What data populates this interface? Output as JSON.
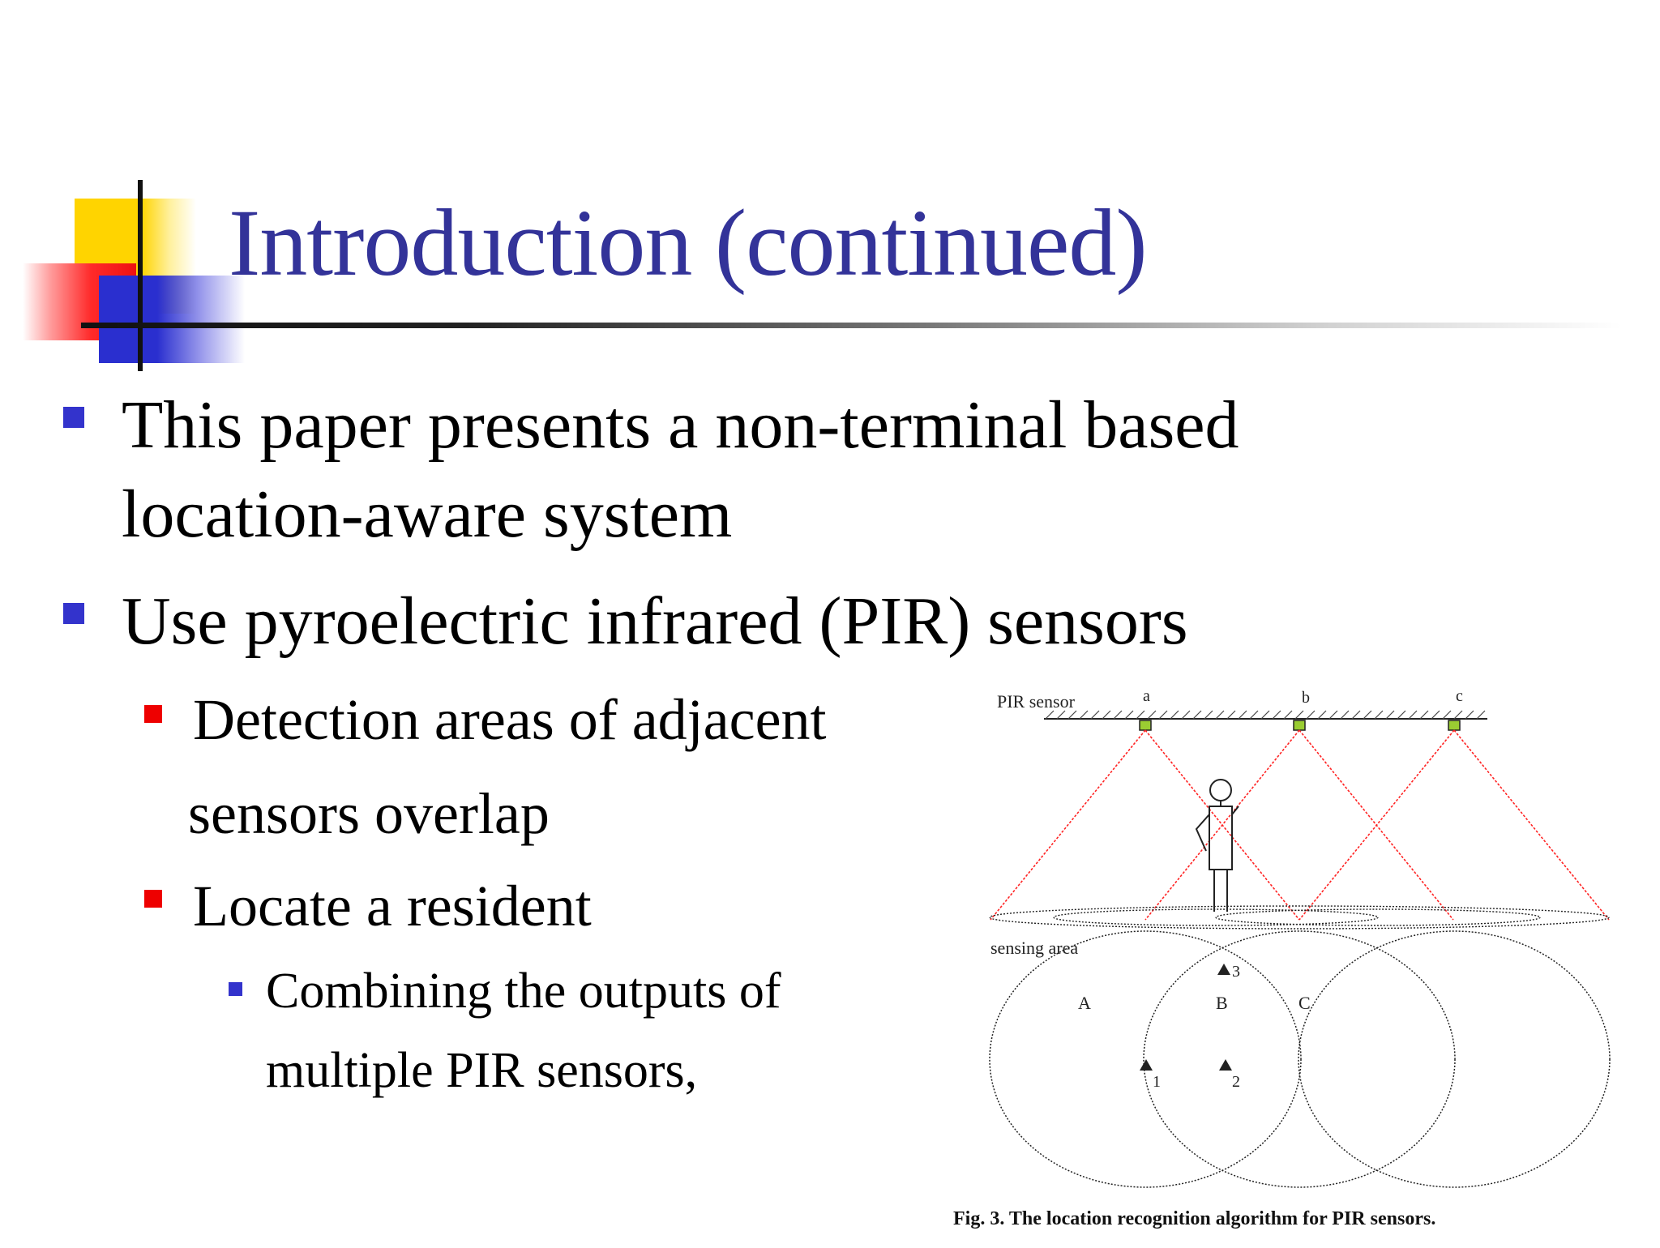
{
  "title": "Introduction (continued)",
  "colors": {
    "title": "#333399",
    "bullet_primary": "#3333cc",
    "bullet_secondary": "#ee0000",
    "detection_lines": "#ff2222"
  },
  "bullets": [
    {
      "level": 1,
      "lines": [
        "This paper presents a non-terminal based",
        "location-aware system"
      ]
    },
    {
      "level": 1,
      "lines": [
        "Use pyroelectric infrared (PIR) sensors"
      ]
    },
    {
      "level": 2,
      "lines": [
        "Detection areas of adjacent",
        "sensors overlap"
      ]
    },
    {
      "level": 2,
      "lines": [
        "Locate a resident"
      ]
    },
    {
      "level": 3,
      "lines": [
        "Combining the outputs of",
        "multiple PIR sensors,"
      ]
    }
  ],
  "figure": {
    "pir_label": "PIR sensor",
    "sensor_labels": [
      "a",
      "b",
      "c"
    ],
    "sensing_area_label": "sensing area",
    "area_labels": [
      "A",
      "B",
      "C"
    ],
    "point_labels": [
      "1",
      "2",
      "3"
    ],
    "caption": "Fig. 3. The location recognition algorithm for PIR sensors."
  }
}
